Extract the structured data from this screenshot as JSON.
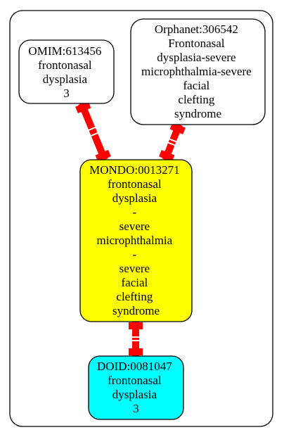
{
  "colors": {
    "edge": "#ff0000",
    "border": "#000000",
    "background": "#ffffff",
    "mondo_fill": "#ffff00",
    "doid_fill": "#00ffff",
    "source_fill": "#ffffff"
  },
  "nodes": {
    "omim": {
      "lines": [
        "OMIM:613456",
        "frontonasal",
        "dysplasia",
        "3"
      ]
    },
    "orphanet": {
      "lines": [
        "Orphanet:306542",
        "Frontonasal",
        "dysplasia-severe",
        "microphthalmia-severe",
        "facial",
        "clefting",
        "syndrome"
      ]
    },
    "mondo": {
      "lines": [
        "MONDO:0013271",
        "frontonasal",
        "dysplasia",
        "-",
        "severe",
        "microphthalmia",
        "-",
        "severe",
        "facial",
        "clefting",
        "syndrome"
      ]
    },
    "doid": {
      "lines": [
        "DOID:0081047",
        "frontonasal",
        "dysplasia",
        "3"
      ]
    }
  },
  "edges": [
    {
      "from": "omim",
      "to": "mondo"
    },
    {
      "from": "orphanet",
      "to": "mondo"
    },
    {
      "from": "mondo",
      "to": "doid"
    }
  ]
}
